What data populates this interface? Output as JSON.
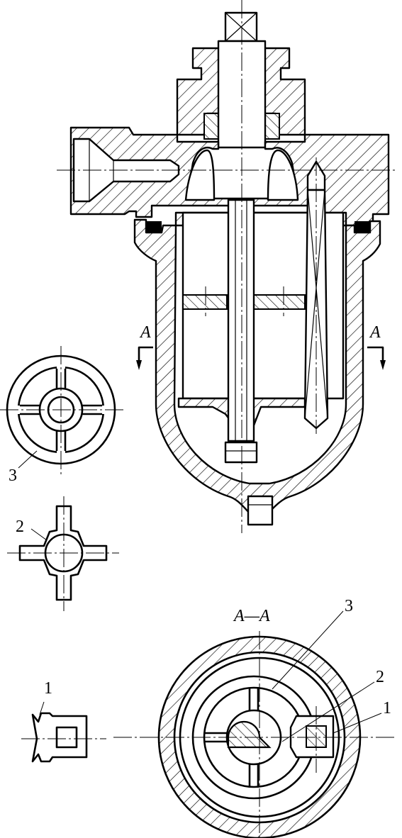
{
  "figure": {
    "section_symbol": "A",
    "section_view_title": "A—A",
    "part_labels": {
      "one": "1",
      "two": "2",
      "three": "3"
    }
  }
}
